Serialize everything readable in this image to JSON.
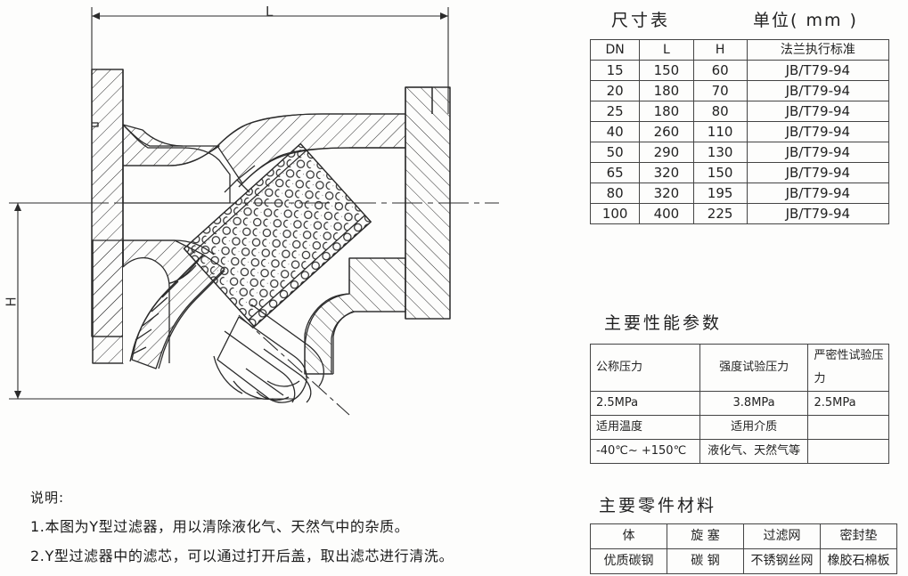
{
  "drawing": {
    "name": "y-strainer-section-view",
    "dimension_labels": {
      "length": "L",
      "height": "H"
    }
  },
  "notes": {
    "heading": "说明:",
    "items": [
      "1.本图为Y型过滤器，用以清除液化气、天然气中的杂质。",
      "2.Y型过滤器中的滤芯，可以通过打开后盖，取出滤芯进行清洗。"
    ]
  },
  "dimension_table": {
    "title": "尺寸表",
    "unit": "单位( mm )",
    "columns": [
      "DN",
      "L",
      "H",
      "法兰执行标准"
    ],
    "rows": [
      [
        "15",
        "150",
        "60",
        "JB/T79-94"
      ],
      [
        "20",
        "180",
        "70",
        "JB/T79-94"
      ],
      [
        "25",
        "180",
        "80",
        "JB/T79-94"
      ],
      [
        "40",
        "260",
        "110",
        "JB/T79-94"
      ],
      [
        "50",
        "290",
        "130",
        "JB/T79-94"
      ],
      [
        "65",
        "320",
        "150",
        "JB/T79-94"
      ],
      [
        "80",
        "320",
        "195",
        "JB/T79-94"
      ],
      [
        "100",
        "400",
        "225",
        "JB/T79-94"
      ]
    ]
  },
  "performance_table": {
    "title": "主要性能参数",
    "row1": [
      "公称压力",
      "强度试验压力",
      "严密性试验压力"
    ],
    "row2": [
      "2.5MPa",
      "3.8MPa",
      "2.5MPa"
    ],
    "row3": [
      "适用温度",
      "适用介质",
      ""
    ],
    "row4": [
      "-40℃~ +150℃",
      "液化气、天然气等",
      ""
    ]
  },
  "materials_table": {
    "title": "主要零件材料",
    "columns": [
      "体",
      "旋 塞",
      "过滤网",
      "密封垫"
    ],
    "values": [
      "优质碳钢",
      "碳 钢",
      "不锈钢丝网",
      "橡胶石棉板"
    ]
  },
  "colors": {
    "line": "#2b2b2b",
    "text": "#1a1a1a",
    "paper": "#fdfdfc"
  }
}
